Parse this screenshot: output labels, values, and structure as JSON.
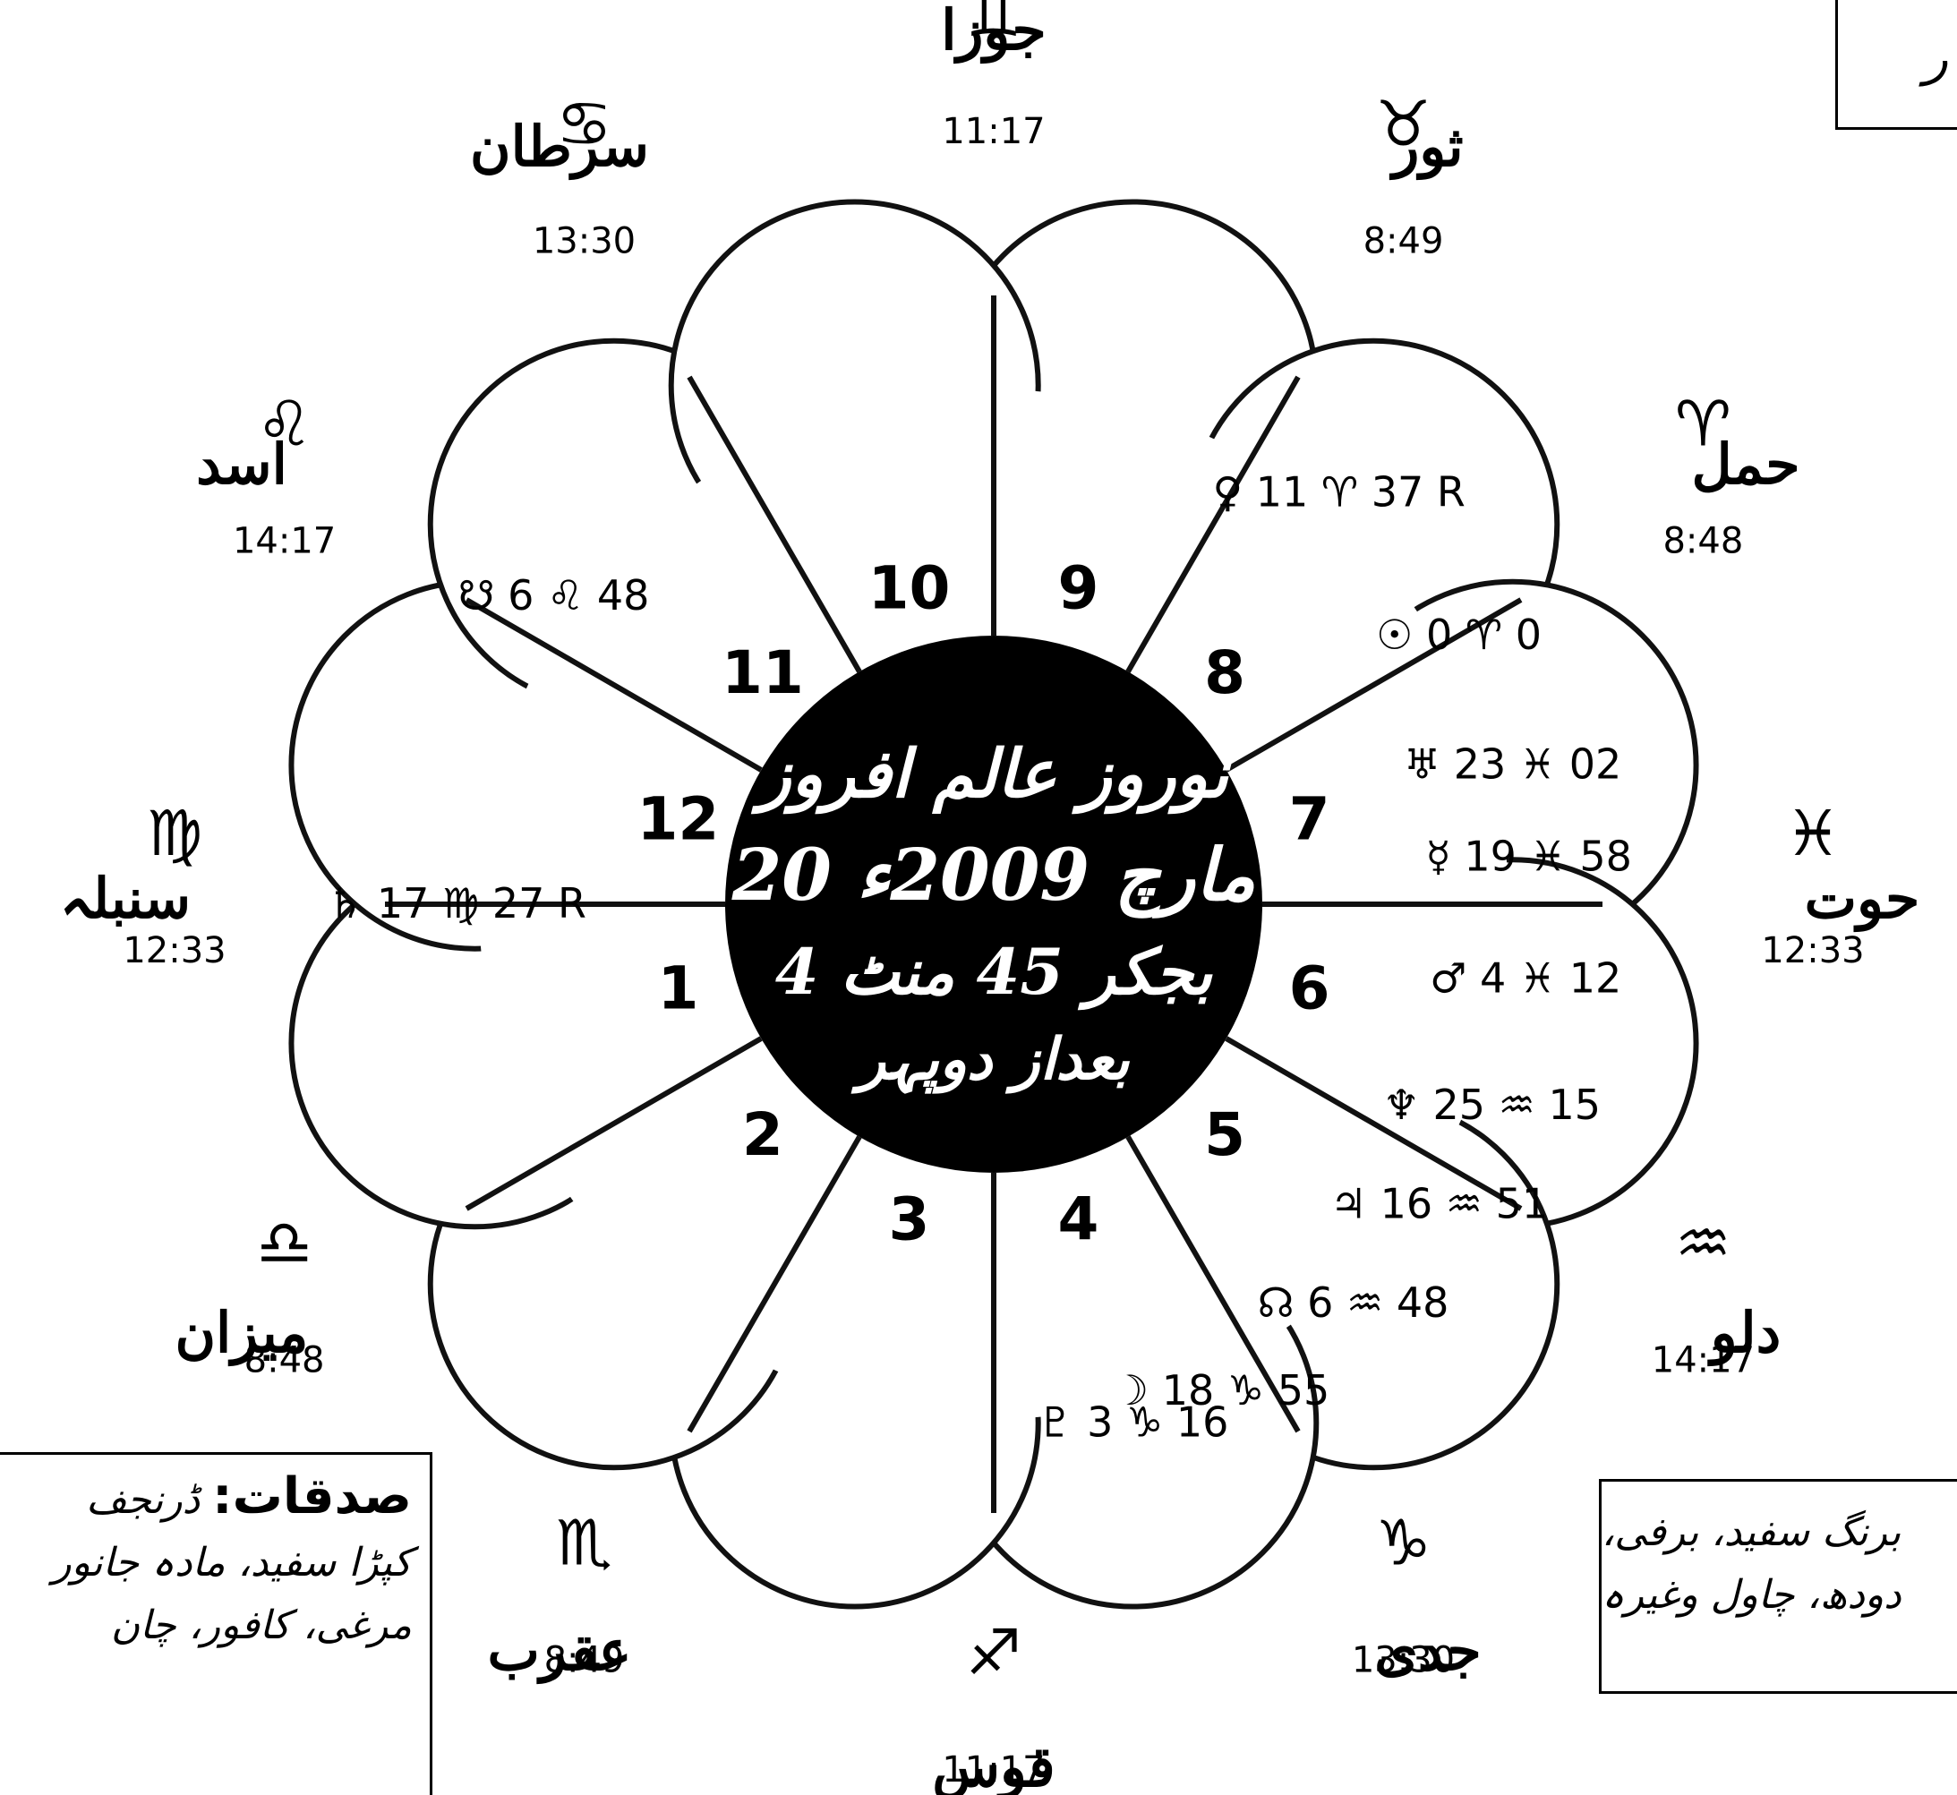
{
  "center": {
    "line1": "نوروز عالم افروز",
    "line2": "20 مارچ 2009ء",
    "line3": "4 بجکر 45 منٹ",
    "line4": "بعداز دوپہر"
  },
  "houses": [
    "1",
    "2",
    "3",
    "4",
    "5",
    "6",
    "7",
    "8",
    "9",
    "10",
    "11",
    "12"
  ],
  "signs": [
    {
      "name": "جوزا",
      "glyph": "♊",
      "time": "11:17"
    },
    {
      "name": "ثور",
      "glyph": "♉",
      "time": "8:49"
    },
    {
      "name": "حمل",
      "glyph": "♈",
      "time": "8:48"
    },
    {
      "name": "حوت",
      "glyph": "♓",
      "time": "12:33"
    },
    {
      "name": "دلو",
      "glyph": "♒",
      "time": "14:17"
    },
    {
      "name": "جدی",
      "glyph": "♑",
      "time": "13:30"
    },
    {
      "name": "قوس",
      "glyph": "♐",
      "time": "11:17"
    },
    {
      "name": "عقرب",
      "glyph": "♏",
      "time": "8:49"
    },
    {
      "name": "میزان",
      "glyph": "♎",
      "time": "8:48"
    },
    {
      "name": "سنبلہ",
      "glyph": "♍",
      "time": "12:33"
    },
    {
      "name": "اسد",
      "glyph": "♌",
      "time": "14:17"
    },
    {
      "name": "سرطان",
      "glyph": "♋",
      "time": "13:30"
    }
  ],
  "planets": [
    {
      "text": "♀ 11 ♈ 37 R"
    },
    {
      "text": "☉ 0 ♈ 0"
    },
    {
      "text": "♅ 23 ♓ 02"
    },
    {
      "text": "☿ 19 ♓ 58"
    },
    {
      "text": "♂ 4 ♓ 12"
    },
    {
      "text": "♆ 25 ♒ 15"
    },
    {
      "text": "♃ 16 ♒ 51"
    },
    {
      "text": "☊ 6 ♒ 48"
    },
    {
      "text": "☽ 18 ♑ 55"
    },
    {
      "text": "♇ 3 ♑ 16"
    },
    {
      "text": "♄ 17 ♍ 27 R"
    },
    {
      "text": "☋ 6 ♌ 48"
    }
  ],
  "boxes": {
    "left_title": "صدقات:",
    "left_line1": "ڈرنجف",
    "left_line2": "کپڑا سفید، مادہ جانور",
    "left_line3": "مرغی، کافور، چان",
    "right_line1": "برنگ سفید، برفی،",
    "right_line2": "دودھ، چاول وغیرہ",
    "top_right": "ر"
  }
}
